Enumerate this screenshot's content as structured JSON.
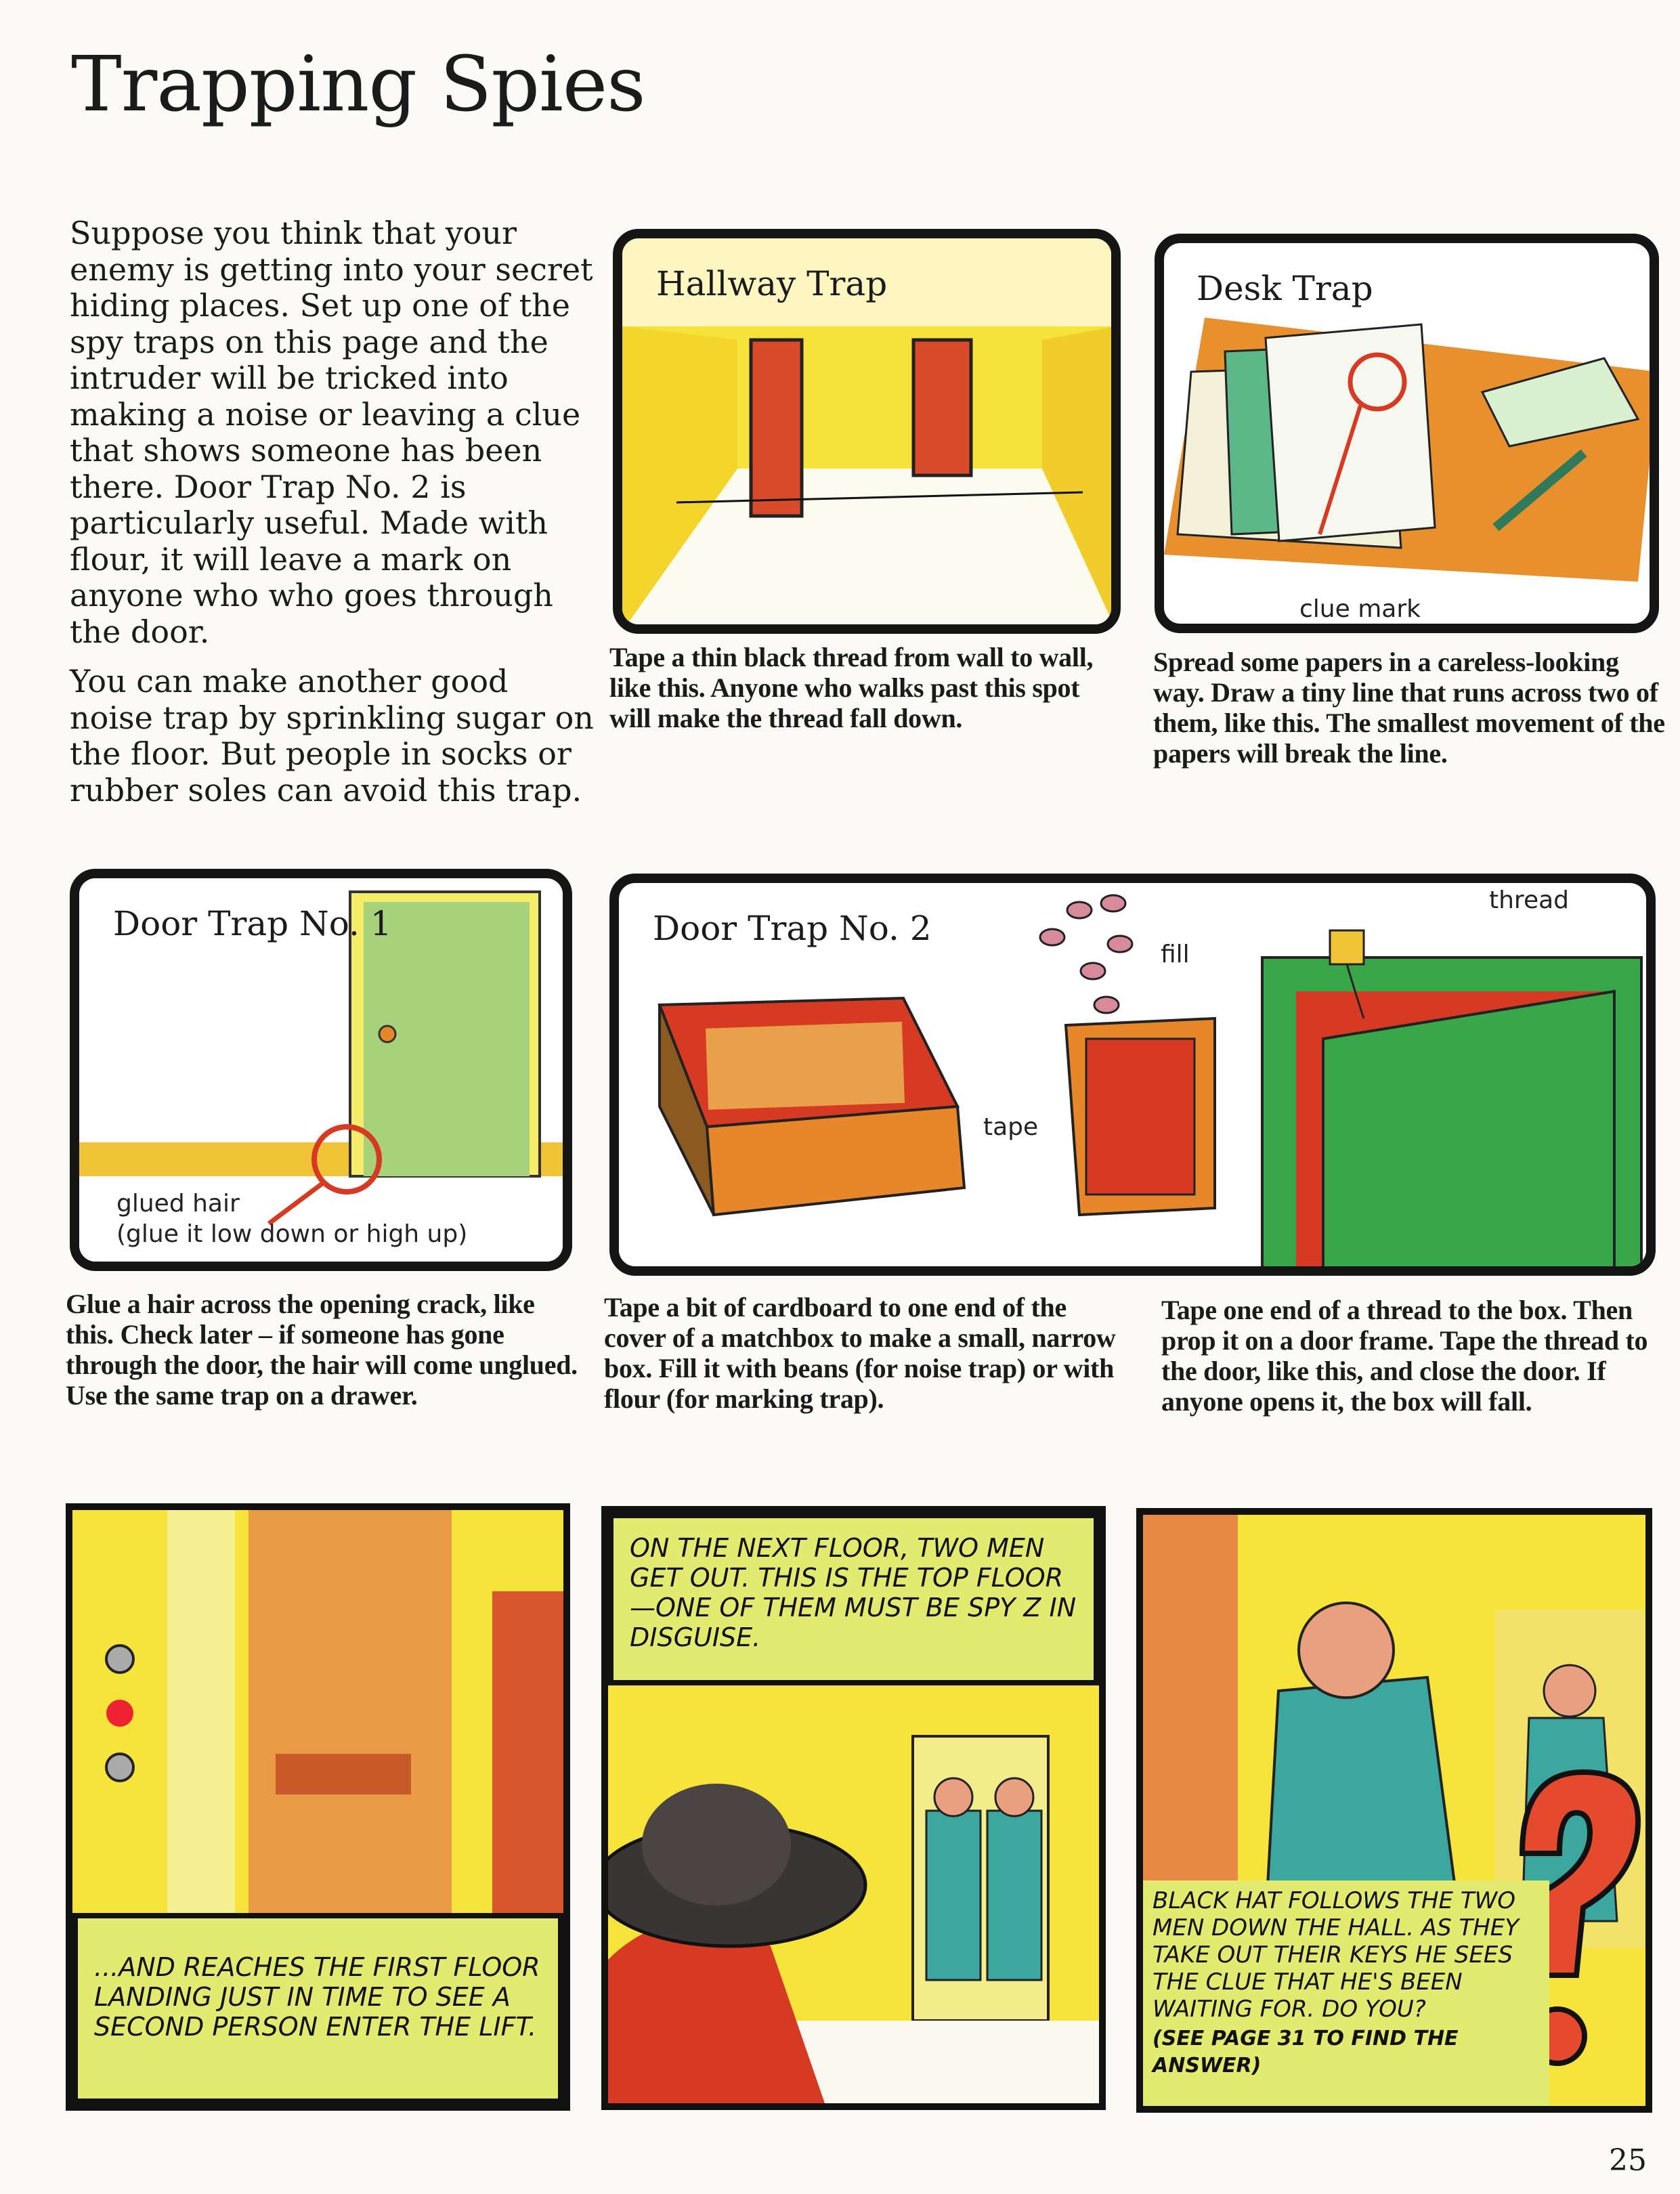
{
  "page": {
    "title": "Trapping Spies",
    "page_number": "25"
  },
  "intro": {
    "paragraph1": "Suppose you think that your enemy is getting into your secret hiding places. Set up one of the spy traps on this page and the intruder will be tricked into making a noise or leaving a clue that shows someone has been there. Door Trap No. 2 is particularly useful. Made with flour, it will leave a mark on anyone who who goes through the door.",
    "paragraph2": "You can make another good noise trap by sprinkling sugar on the floor. But people in socks or rubber soles can avoid this trap."
  },
  "traps": {
    "hallway": {
      "title": "Hallway Trap",
      "caption": "Tape a thin black thread from wall to wall, like this. Anyone who walks past this spot will make the thread fall down."
    },
    "desk": {
      "title": "Desk Trap",
      "label": "clue mark",
      "caption": "Spread some papers in a careless-looking way. Draw a tiny line that runs across two of them, like this. The smallest movement of the papers will break the line."
    },
    "door1": {
      "title": "Door Trap No. 1",
      "label1": "glued hair",
      "label2": "(glue it low down or high up)",
      "caption": "Glue a hair across the opening crack, like this. Check later – if someone has gone through the door, the hair will come unglued. Use the same trap on a drawer."
    },
    "door2": {
      "title": "Door Trap No. 2",
      "label_tape": "tape",
      "label_fill": "fill",
      "label_thread": "thread",
      "caption_left": "Tape a bit of cardboard to one end of the cover of a matchbox to make a small, narrow box. Fill it with beans (for noise trap) or with flour (for marking trap).",
      "caption_right": "Tape one end of a thread to the box. Then prop it on a door frame. Tape the thread to the door, like this, and close the door. If anyone opens it, the box will fall."
    }
  },
  "comic": {
    "panel1": "...And reaches the first floor landing just in time to see a second person enter the lift.",
    "panel2": "On the next floor, two men get out. This is the top floor—one of them must be Spy Z in disguise.",
    "panel3": "Black hat follows the two men down the hall. As they take out their keys he sees the clue that he's been waiting for. Do you?",
    "panel3_footer": "(See page 31 to find the answer)"
  },
  "colors": {
    "yellow": "#f7e62c",
    "orange": "#e8872a",
    "red": "#d63a23",
    "green": "#3aa64a",
    "teal": "#3ba79e",
    "caption_box": "#e3ea70"
  }
}
